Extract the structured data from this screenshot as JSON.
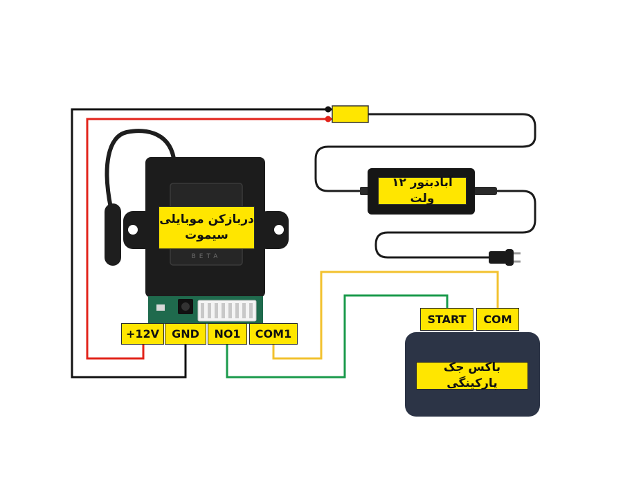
{
  "module": {
    "label_line1": "دربازکن موبایلی",
    "label_line2": "سیموت",
    "brand_text": "BETA"
  },
  "adapter": {
    "label": "آبادبتور ۱۲ ولت"
  },
  "parking_box": {
    "label": "باکس جک پارکینگی"
  },
  "terminals": {
    "v12": "+12V",
    "gnd": "GND",
    "no1": "NO1",
    "com1": "COM1"
  },
  "box_terminals": {
    "start": "START",
    "com": "COM"
  },
  "colors": {
    "red_wire": "#e2231a",
    "black_wire": "#111111",
    "yellow_wire": "#f2c12e",
    "green_wire": "#1a9a4b",
    "label_bg": "#ffe600",
    "box_bg": "#2c3446",
    "module_body": "#1c1c1c"
  },
  "icons": [
    "antenna-icon",
    "power-plug-icon",
    "splice-connector-icon"
  ]
}
